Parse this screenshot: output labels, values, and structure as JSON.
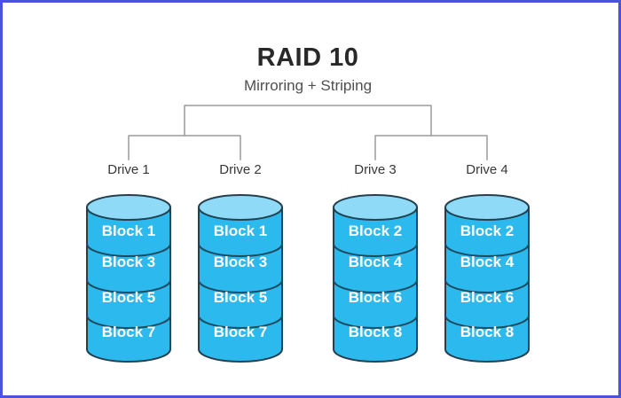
{
  "title": "RAID 10",
  "subtitle": "Mirroring + Striping",
  "drives": [
    {
      "label": "Drive 1",
      "blocks": [
        "Block 1",
        "Block 3",
        "Block 5",
        "Block 7"
      ]
    },
    {
      "label": "Drive 2",
      "blocks": [
        "Block 1",
        "Block 3",
        "Block 5",
        "Block 7"
      ]
    },
    {
      "label": "Drive 3",
      "blocks": [
        "Block 2",
        "Block 4",
        "Block 6",
        "Block 8"
      ]
    },
    {
      "label": "Drive 4",
      "blocks": [
        "Block 2",
        "Block 4",
        "Block 6",
        "Block 8"
      ]
    }
  ],
  "colors": {
    "border": "#4b53da",
    "background": "#ffffff",
    "cylinder_body": "#2cbaee",
    "cylinder_top": "#8fdbf7",
    "cylinder_outline": "#24404f",
    "divider_line": "#1d4a5e",
    "tree_line": "#9c9c9c",
    "block_text": "#ffffff",
    "title_text": "#282828",
    "subtitle_text": "#4f4f4f",
    "label_text": "#383838"
  }
}
